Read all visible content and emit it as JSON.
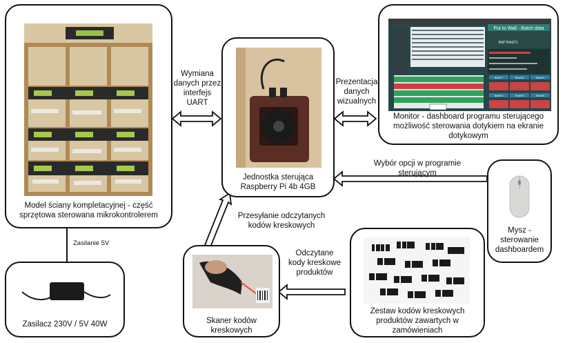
{
  "nodes": {
    "wall": {
      "caption": "Model ściany kompletacyjnej - część\nsprzętowa sterowana mikrokontrolerem"
    },
    "raspberry": {
      "caption": "Jednostka sterująca\nRaspberry Pi 4b 4GB"
    },
    "monitor": {
      "caption": "Monitor - dashboard programu sterującego\nmożliwość sterowania dotykiem na ekranie\ndotykowym"
    },
    "power": {
      "caption": "Zasilacz 230V / 5V 40W"
    },
    "scanner": {
      "caption": "Skaner kodów\nkreskowych"
    },
    "barcodes": {
      "caption": "Zestaw kodów kreskowych\nproduktów zawartych w\nzamówieniach"
    },
    "mouse": {
      "caption": "Mysz -\nsterowanie\ndashboardem"
    }
  },
  "edges": {
    "uart": "Wymiana\ndanych przez\ninterfejs\nUART",
    "present": "Prezentacja\ndanych\nwizualnych",
    "option": "Wybór opcji w programie\nsterującym",
    "send_codes": "Przesyłanie odczytanych\nkodów kreskowych",
    "read_codes": "Odczytane\nkody kreskowe\nproduktów",
    "power": "Zasilanie 5V"
  },
  "dashboard": {
    "title": "Put to Wall - Batch data",
    "batch_code": "BATTFAST1",
    "shelves": [
      "Shelf 7",
      "Shelf 8",
      "Shelf 9",
      "Shelf 4",
      "Shelf 5",
      "Shelf 6"
    ]
  }
}
